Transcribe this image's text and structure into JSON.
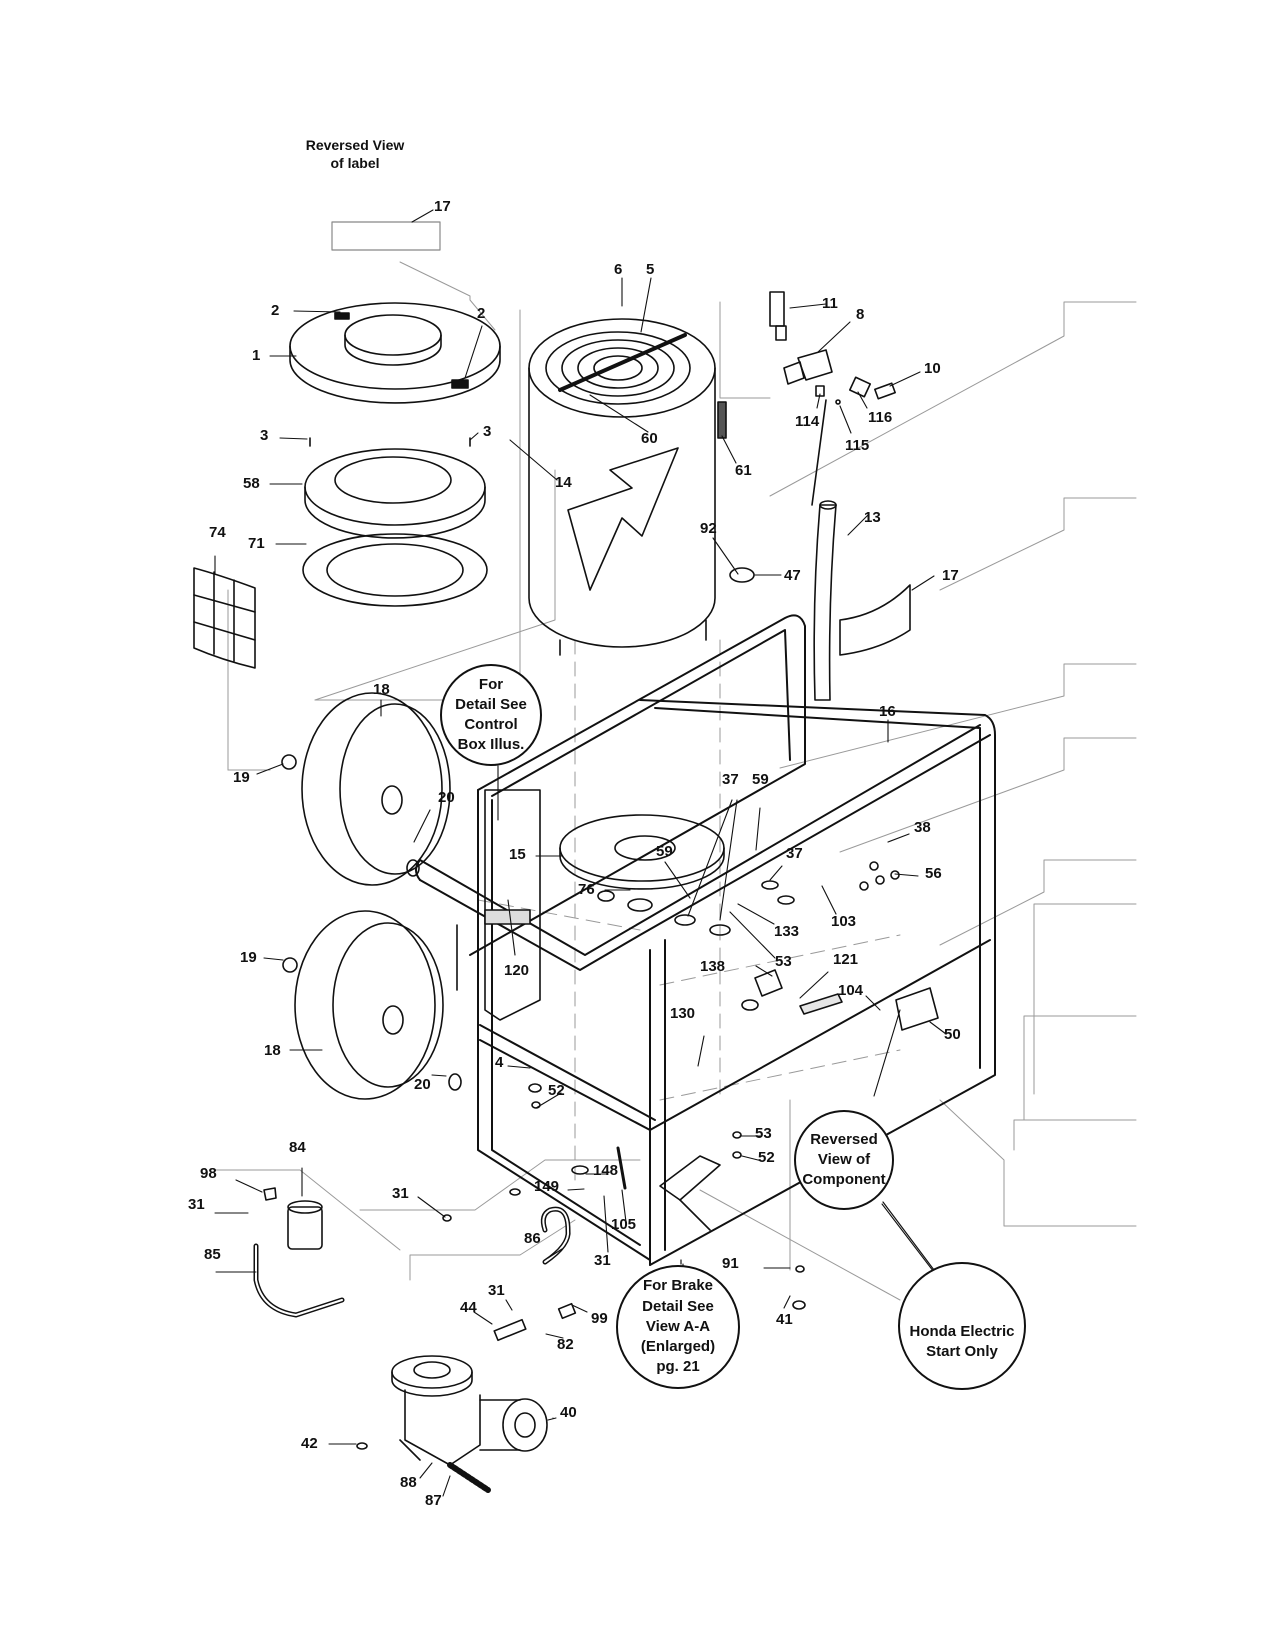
{
  "notes": {
    "reversed_label": [
      "Reversed  View",
      "of label"
    ],
    "control_box": [
      "For",
      "Detail See",
      "Control",
      "Box Illus."
    ],
    "reversed_component": [
      "Reversed",
      "View of",
      "Component"
    ],
    "brake_detail": [
      "For Brake",
      "Detail See",
      "View A-A",
      "(Enlarged)",
      "pg. 21"
    ],
    "honda": [
      "Honda Electric",
      "Start Only"
    ]
  },
  "callouts": [
    {
      "id": "c17a",
      "text": "17"
    },
    {
      "id": "c6",
      "text": "6"
    },
    {
      "id": "c5",
      "text": "5"
    },
    {
      "id": "c11",
      "text": "11"
    },
    {
      "id": "c8",
      "text": "8"
    },
    {
      "id": "c2a",
      "text": "2"
    },
    {
      "id": "c2b",
      "text": "2"
    },
    {
      "id": "c1",
      "text": "1"
    },
    {
      "id": "c10",
      "text": "10"
    },
    {
      "id": "c114",
      "text": "114"
    },
    {
      "id": "c116",
      "text": "116"
    },
    {
      "id": "c115",
      "text": "115"
    },
    {
      "id": "c3a",
      "text": "3"
    },
    {
      "id": "c3b",
      "text": "3"
    },
    {
      "id": "c60",
      "text": "60"
    },
    {
      "id": "c61",
      "text": "61"
    },
    {
      "id": "c58",
      "text": "58"
    },
    {
      "id": "c14",
      "text": "14"
    },
    {
      "id": "c13",
      "text": "13"
    },
    {
      "id": "c74",
      "text": "74"
    },
    {
      "id": "c71",
      "text": "71"
    },
    {
      "id": "c92",
      "text": "92"
    },
    {
      "id": "c47",
      "text": "47"
    },
    {
      "id": "c17b",
      "text": "17"
    },
    {
      "id": "c18a",
      "text": "18"
    },
    {
      "id": "c16",
      "text": "16"
    },
    {
      "id": "c19a",
      "text": "19"
    },
    {
      "id": "c20a",
      "text": "20"
    },
    {
      "id": "c37a",
      "text": "37"
    },
    {
      "id": "c59a",
      "text": "59"
    },
    {
      "id": "c38",
      "text": "38"
    },
    {
      "id": "c15",
      "text": "15"
    },
    {
      "id": "c59b",
      "text": "59"
    },
    {
      "id": "c37b",
      "text": "37"
    },
    {
      "id": "c56",
      "text": "56"
    },
    {
      "id": "c76",
      "text": "76"
    },
    {
      "id": "c103",
      "text": "103"
    },
    {
      "id": "c133",
      "text": "133"
    },
    {
      "id": "c19b",
      "text": "19"
    },
    {
      "id": "c53a",
      "text": "53"
    },
    {
      "id": "c121",
      "text": "121"
    },
    {
      "id": "c120",
      "text": "120"
    },
    {
      "id": "c138",
      "text": "138"
    },
    {
      "id": "c104",
      "text": "104"
    },
    {
      "id": "c130",
      "text": "130"
    },
    {
      "id": "c50",
      "text": "50"
    },
    {
      "id": "c18b",
      "text": "18"
    },
    {
      "id": "c4",
      "text": "4"
    },
    {
      "id": "c20b",
      "text": "20"
    },
    {
      "id": "c52a",
      "text": "52"
    },
    {
      "id": "c53b",
      "text": "53"
    },
    {
      "id": "c52b",
      "text": "52"
    },
    {
      "id": "c84",
      "text": "84"
    },
    {
      "id": "c98",
      "text": "98"
    },
    {
      "id": "c148",
      "text": "148"
    },
    {
      "id": "c149",
      "text": "149"
    },
    {
      "id": "c31a",
      "text": "31"
    },
    {
      "id": "c31b",
      "text": "31"
    },
    {
      "id": "c86",
      "text": "86"
    },
    {
      "id": "c105",
      "text": "105"
    },
    {
      "id": "c85",
      "text": "85"
    },
    {
      "id": "c31c",
      "text": "31"
    },
    {
      "id": "c91",
      "text": "91"
    },
    {
      "id": "c31d",
      "text": "31"
    },
    {
      "id": "c44",
      "text": "44"
    },
    {
      "id": "c99",
      "text": "99"
    },
    {
      "id": "c41",
      "text": "41"
    },
    {
      "id": "c82",
      "text": "82"
    },
    {
      "id": "c40",
      "text": "40"
    },
    {
      "id": "c42",
      "text": "42"
    },
    {
      "id": "c88",
      "text": "88"
    },
    {
      "id": "c87",
      "text": "87"
    }
  ]
}
